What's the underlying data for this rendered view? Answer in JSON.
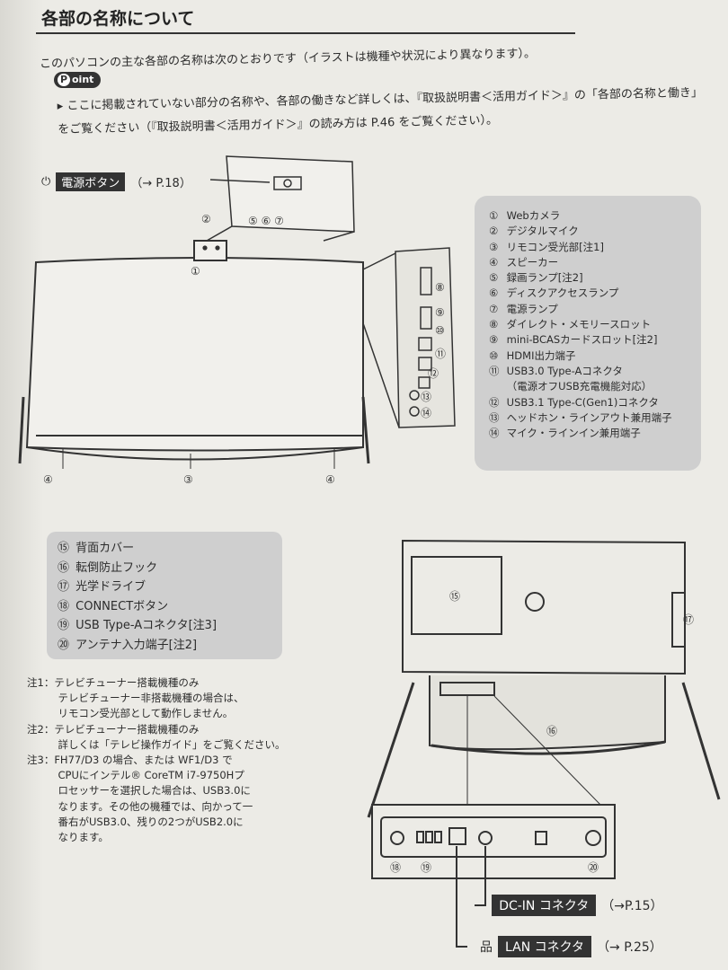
{
  "heading": "各部の名称について",
  "intro": "このパソコンの主な各部の名称は次のとおりです（イラストは機種や状況により異なります）。",
  "point_label": "oint",
  "point_text": "▸ ここに掲載されていない部分の名称や、各部の働きなど詳しくは、『取扱説明書＜活用ガイド＞』の「各部の名称と働き」をご覧ください（『取扱説明書＜活用ガイド＞』の読み方は P.46 をご覧ください）。",
  "power_button": {
    "label": "電源ボタン",
    "ref": "（→ P.18）"
  },
  "legend_front": [
    {
      "num": "①",
      "text": "Webカメラ"
    },
    {
      "num": "②",
      "text": "デジタルマイク"
    },
    {
      "num": "③",
      "text": "リモコン受光部[注1]"
    },
    {
      "num": "④",
      "text": "スピーカー"
    },
    {
      "num": "⑤",
      "text": "録画ランプ[注2]"
    },
    {
      "num": "⑥",
      "text": "ディスクアクセスランプ"
    },
    {
      "num": "⑦",
      "text": "電源ランプ"
    },
    {
      "num": "⑧",
      "text": "ダイレクト・メモリースロット"
    },
    {
      "num": "⑨",
      "text": "mini-BCASカードスロット[注2]"
    },
    {
      "num": "⑩",
      "text": "HDMI出力端子"
    },
    {
      "num": "⑪",
      "text": "USB3.0 Type-Aコネクタ"
    },
    {
      "num": "",
      "text": "（電源オフUSB充電機能対応）"
    },
    {
      "num": "⑫",
      "text": "USB3.1 Type-C(Gen1)コネクタ"
    },
    {
      "num": "⑬",
      "text": "ヘッドホン・ラインアウト兼用端子"
    },
    {
      "num": "⑭",
      "text": "マイク・ラインイン兼用端子"
    }
  ],
  "legend_back": [
    {
      "num": "⑮",
      "text": "背面カバー"
    },
    {
      "num": "⑯",
      "text": "転倒防止フック"
    },
    {
      "num": "⑰",
      "text": "光学ドライブ"
    },
    {
      "num": "⑱",
      "text": "CONNECTボタン"
    },
    {
      "num": "⑲",
      "text": "USB Type-Aコネクタ[注3]"
    },
    {
      "num": "⑳",
      "text": "アンテナ入力端子[注2]"
    }
  ],
  "notes": [
    "注1：テレビチューナー搭載機種のみ",
    "　　　テレビチューナー非搭載機種の場合は、",
    "　　　リモコン受光部として動作しません。",
    "注2：テレビチューナー搭載機種のみ",
    "　　　詳しくは「テレビ操作ガイド」をご覧ください。",
    "注3：FH77/D3 の場合、または WF1/D3 で",
    "　　　CPUにインテル® CoreTM i7-9750Hプ",
    "　　　ロセッサーを選択した場合は、USB3.0に",
    "　　　なります。その他の機種では、向かって一",
    "　　　番右がUSB3.0、残りの2つがUSB2.0に",
    "　　　なります。"
  ],
  "dc_in": {
    "label": "DC-IN コネクタ",
    "ref": "（→P.15）"
  },
  "lan": {
    "label": "LAN コネクタ",
    "ref": "（→ P.25）"
  },
  "diagram_numbers": {
    "cam1": "①",
    "cam2": "②",
    "front3": "③",
    "front4a": "④",
    "front4b": "④",
    "lamps": "⑤ ⑥ ⑦",
    "side": [
      "⑧",
      "⑨",
      "⑩",
      "⑪",
      "⑫",
      "⑬",
      "⑭"
    ],
    "back15": "⑮",
    "back16": "⑯",
    "back17": "⑰",
    "port18": "⑱",
    "port19": "⑲",
    "port20": "⑳"
  }
}
